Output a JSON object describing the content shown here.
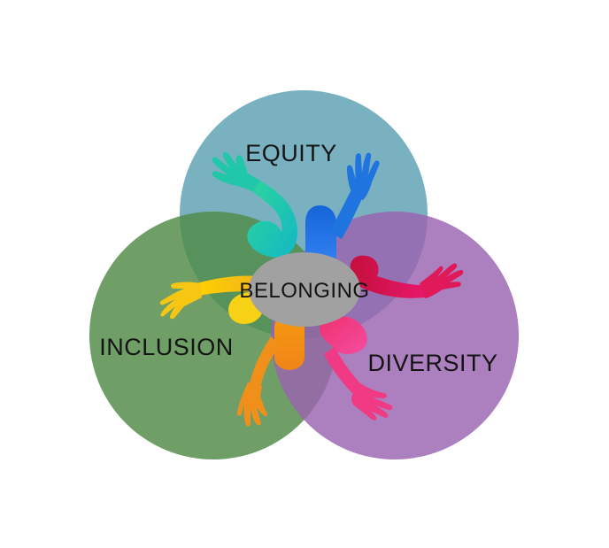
{
  "diagram": {
    "circles": [
      {
        "id": "equity",
        "label": "EQUITY",
        "color": "#67a6b8"
      },
      {
        "id": "inclusion",
        "label": "INCLUSION",
        "color": "#4f8a45"
      },
      {
        "id": "diversity",
        "label": "DIVERSITY",
        "color": "#9a63b0"
      }
    ],
    "center": {
      "label": "BELONGING",
      "color": "#a1a1a1"
    },
    "hands": [
      {
        "id": "teal-hand",
        "color": "#17c9a6"
      },
      {
        "id": "blue-hand",
        "color": "#1f6fd6"
      },
      {
        "id": "crimson-hand",
        "color": "#d4174e"
      },
      {
        "id": "pink-hand",
        "color": "#f0307a"
      },
      {
        "id": "orange-hand",
        "color": "#f08a12"
      },
      {
        "id": "yellow-hand",
        "color": "#f7c613"
      }
    ]
  }
}
